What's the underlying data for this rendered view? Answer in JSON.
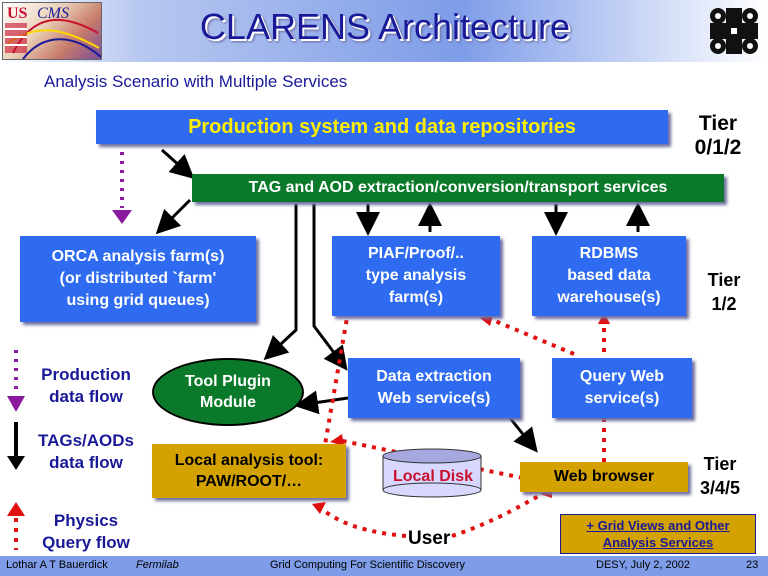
{
  "header": {
    "title": "CLARENS Architecture",
    "logo_us": "US",
    "logo_cms": "CMS"
  },
  "subtitle": "Analysis Scenario with Multiple Services",
  "boxes": {
    "production": "Production system and data repositories",
    "tag_aod": "TAG and AOD extraction/conversion/transport services",
    "orca": [
      "ORCA analysis farm(s)",
      "(or distributed `farm'",
      "using grid queues)"
    ],
    "piaf": [
      "PIAF/Proof/..",
      "type analysis",
      "farm(s)"
    ],
    "rdbms": [
      "RDBMS",
      "based data",
      "warehouse(s)"
    ],
    "tool_plugin": [
      "Tool Plugin",
      "Module"
    ],
    "data_extraction": [
      "Data extraction",
      "Web service(s)"
    ],
    "query_web": [
      "Query Web",
      "service(s)"
    ],
    "local_tool": [
      "Local analysis tool:",
      "PAW/ROOT/…"
    ],
    "local_disk": "Local Disk",
    "web_browser": "Web browser",
    "user": "User",
    "grid_views": [
      "+ Grid Views and Other",
      "Analysis Services"
    ]
  },
  "tiers": {
    "t012": [
      "Tier",
      "0/1/2"
    ],
    "t12": [
      "Tier",
      "1/2"
    ],
    "t345": [
      "Tier",
      "3/4/5"
    ]
  },
  "legend": {
    "production_flow": [
      "Production",
      "data flow"
    ],
    "tags_flow": [
      "TAGs/AODs",
      "data flow"
    ],
    "physics_flow": [
      "Physics",
      "Query flow"
    ]
  },
  "footer": {
    "author": "Lothar A T Bauerdick",
    "org": "Fermilab",
    "center": "Grid Computing For Scientific Discovery",
    "event": "DESY, July 2, 2002",
    "page": "23"
  },
  "colors": {
    "box_blue": "#2e6bf0",
    "green": "#0a7a2a",
    "gold": "#d4a200",
    "dark_blue_text": "#1a1a99",
    "arrow_red": "#e01010",
    "arrow_purple": "#8a1aa0"
  },
  "icons": {
    "logo_right": "fermilab-logo-icon"
  }
}
